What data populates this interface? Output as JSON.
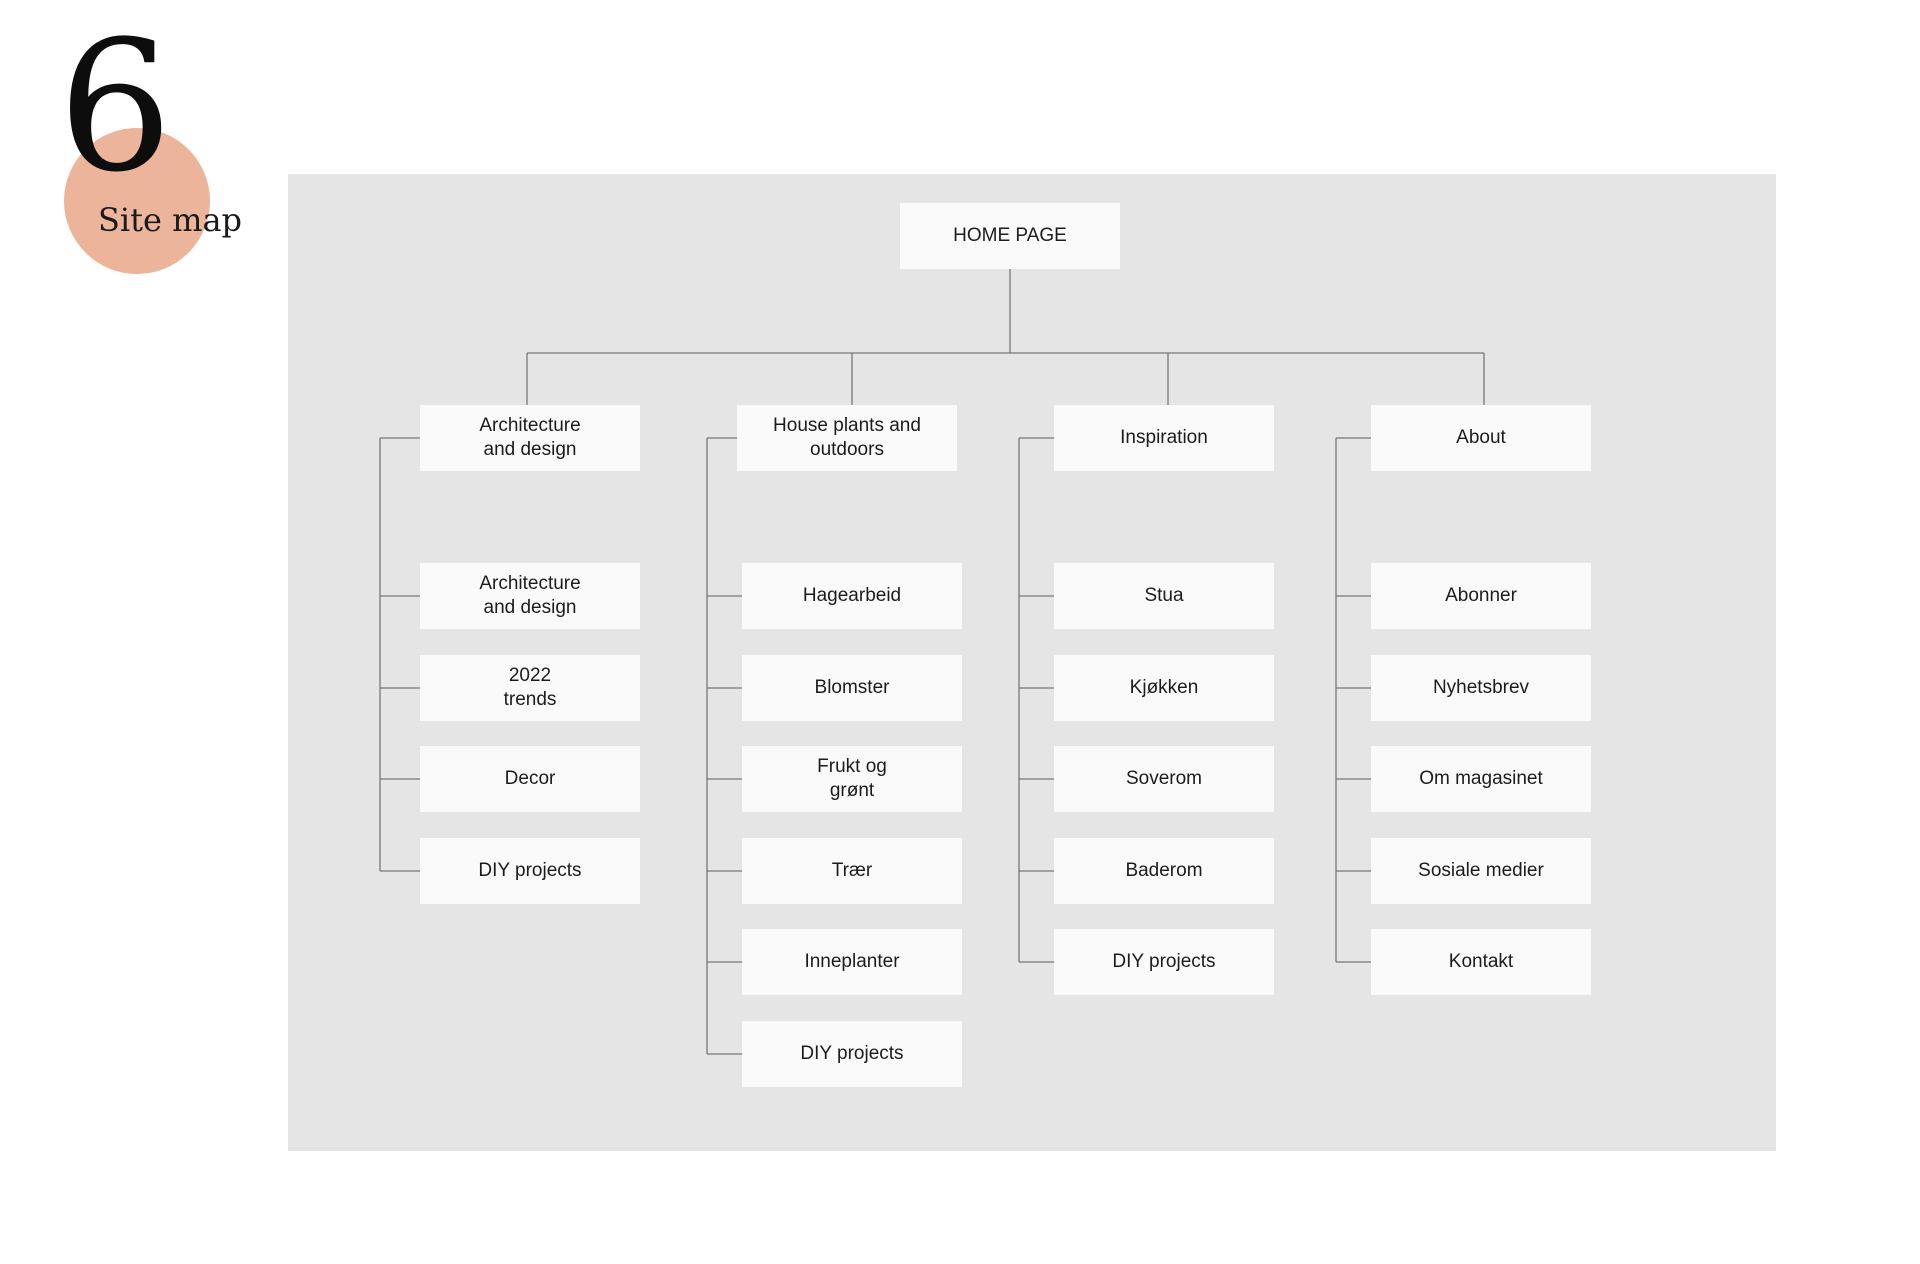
{
  "header": {
    "section_number": "6",
    "section_title": "Site map"
  },
  "colors": {
    "accent_circle": "#ecb49a",
    "panel_background": "#e5e5e5",
    "node_background": "#fbfafa",
    "connector": "#777777"
  },
  "sitemap": {
    "root": "HOME PAGE",
    "columns": [
      {
        "title": "Architecture\nand design",
        "items": [
          "Architecture\nand design",
          "2022\ntrends",
          "Decor",
          "DIY projects"
        ]
      },
      {
        "title": "House plants and\noutdoors",
        "items": [
          "Hagearbeid",
          "Blomster",
          "Frukt og\ngrønt",
          "Trær",
          "Inneplanter",
          "DIY projects"
        ]
      },
      {
        "title": "Inspiration",
        "items": [
          "Stua",
          "Kjøkken",
          "Soverom",
          "Baderom",
          "DIY projects"
        ]
      },
      {
        "title": "About",
        "items": [
          "Abonner",
          "Nyhetsbrev",
          "Om magasinet",
          "Sosiale medier",
          "Kontakt"
        ]
      }
    ]
  }
}
